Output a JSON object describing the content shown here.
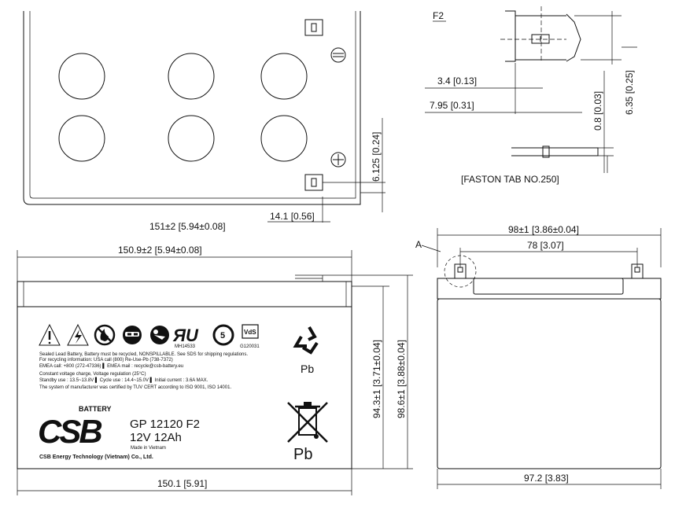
{
  "top_view": {
    "dim_terminal_offset": "6.125 [0.24]",
    "dim_terminal_edge": "14.1 [0.56]",
    "dim_cutoff": "151±2 [5.94±0.08]"
  },
  "terminal_detail": {
    "label": "F2",
    "dim_a": "3.4 [0.13]",
    "dim_b": "7.95 [0.31]",
    "dim_c": "0.8 [0.03]",
    "dim_d": "6.35 [0.25]",
    "caption": "[FASTON TAB NO.250]"
  },
  "front_view": {
    "dim_length_total": "150.9±2 [5.94±0.08]",
    "dim_length_body": "150.1 [5.91]",
    "dim_height_body": "94.3±1 [3.71±0.04]",
    "dim_height_total": "98.6±1 [3.88±0.04]",
    "cert_mh": "MH14533",
    "cert_vds": "VdS",
    "cert_g": "G120031",
    "pb_top": "Pb",
    "pb_bottom": "Pb",
    "label_lines": [
      "Sealed Lead Battery, Battery must be recycled, NONSPILLABLE. See SDS for shipping regulations.",
      "For recycling information: USA call (800) Re-Use-Pb (738-7372)",
      "EMEA call: +800 (272-47336)  ▌ EMEA mail : recycle@csb-battery.eu",
      "Constant voltage charge, Voltage regulation (25°C)",
      "Standby use : 13.5~13.8V  ▌ Cycle use : 14.4~15.0V  ▌ Initial current : 3.6A MAX.",
      "The system of manufacturer was certified by TUV CERT according to ISO 9001, ISO 14001."
    ],
    "brand_small": "BATTERY",
    "brand_logo": "CSB",
    "model": "GP 12120 F2",
    "rating": "12V 12Ah",
    "origin": "Made in Vietnam",
    "manufacturer": "CSB Energy Technology (Vietnam) Co., Ltd."
  },
  "side_view": {
    "dim_width_total": "98±1 [3.86±0.04]",
    "dim_terminal_spacing": "78 [3.07]",
    "dim_width_body": "97.2 [3.83]",
    "callout": "A"
  }
}
